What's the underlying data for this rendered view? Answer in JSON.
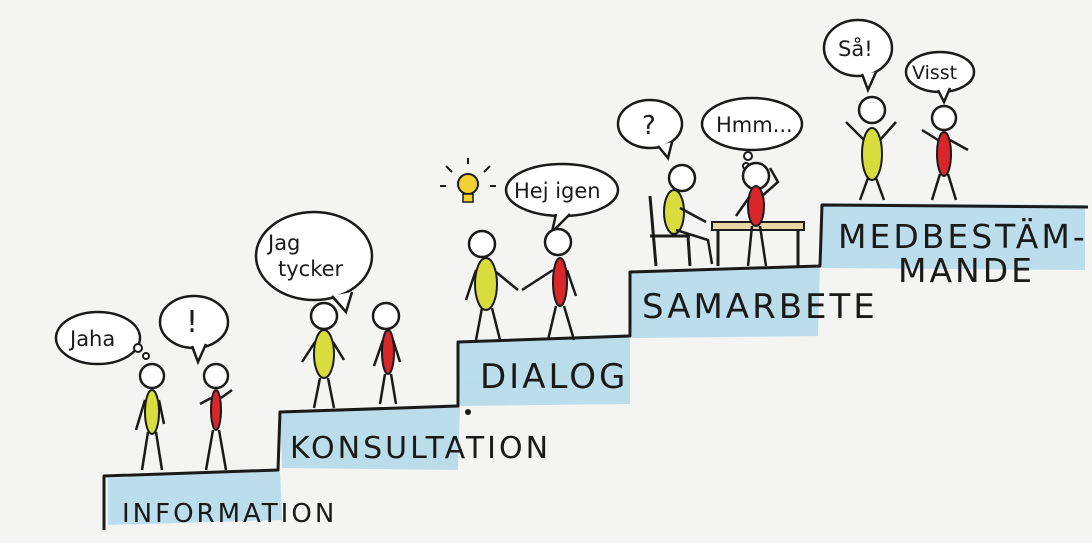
{
  "steps": [
    {
      "label": "INFORMATION"
    },
    {
      "label": "KONSULTATION"
    },
    {
      "label": "DIALOG"
    },
    {
      "label": "SAMARBETE"
    },
    {
      "label_line1": "MEDBESTÄM-",
      "label_line2": "MANDE"
    }
  ],
  "bubbles": {
    "jaha": "Jaha",
    "exclaim": "!",
    "jag_tycker_1": "Jag",
    "jag_tycker_2": "tycker",
    "hej_igen": "Hej igen",
    "question": "?",
    "hmm": "Hmm...",
    "sa": "Så!",
    "visst": "Visst"
  },
  "colors": {
    "yellow_body": "#d8dc3c",
    "red_body": "#d8262a",
    "stair_wash": "#a9d6e8",
    "table": "#e8d6a6",
    "line": "#1a1a1a"
  },
  "icons": [
    "lightbulb-icon"
  ]
}
